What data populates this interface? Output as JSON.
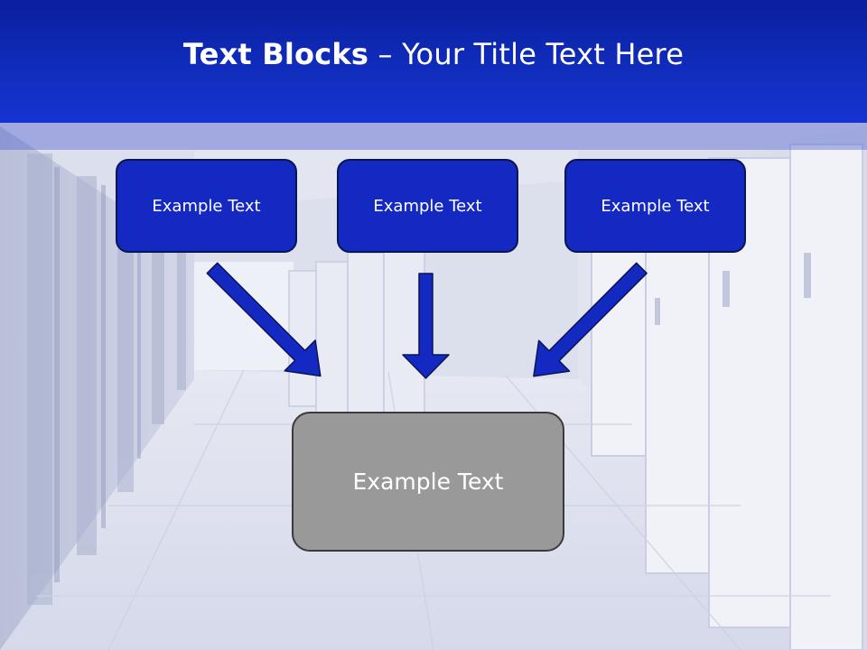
{
  "slide": {
    "title_bold": "Text Blocks",
    "title_separator": " – ",
    "title_rest": "Your Title Text Here"
  },
  "blocks": {
    "top": [
      {
        "label": "Example Text"
      },
      {
        "label": "Example Text"
      },
      {
        "label": "Example Text"
      }
    ],
    "bottom": {
      "label": "Example Text"
    }
  },
  "colors": {
    "header_blue": "#1230c4",
    "block_blue": "#1428c2",
    "arrow_blue": "#1428c2",
    "bottom_gray": "#999999"
  }
}
